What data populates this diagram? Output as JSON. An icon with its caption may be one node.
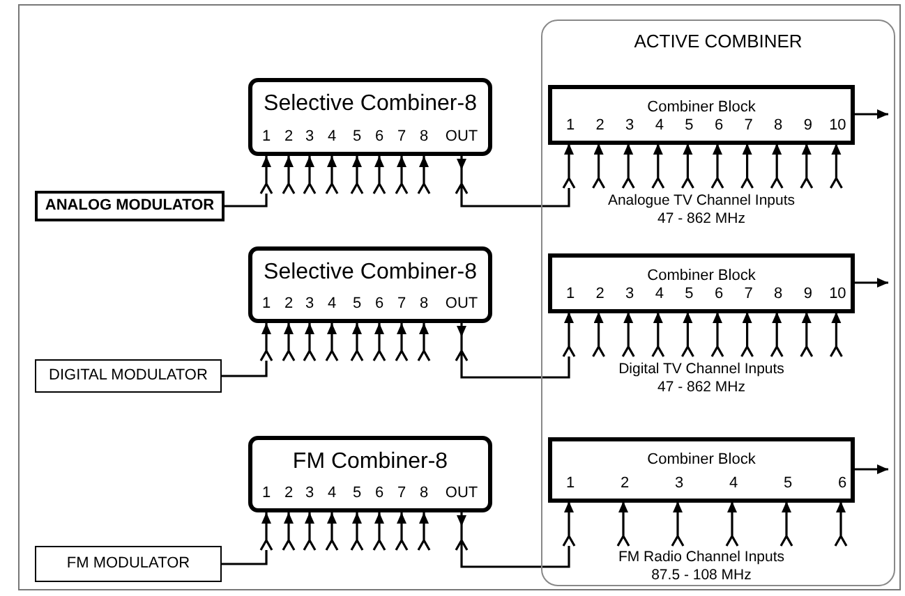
{
  "diagram": {
    "nodes": [
      {
        "text": [
          "ACTIVE COMBINER"
        ]
      },
      {
        "text": [
          "Selective Combiner-8",
          "1",
          "2",
          "3",
          "4",
          "5",
          "6",
          "7",
          "8",
          "OUT"
        ]
      },
      {
        "text": [
          "ANALOG MODULATOR"
        ]
      },
      {
        "text": [
          "Combiner Block",
          "1",
          "2",
          "3",
          "4",
          "5",
          "6",
          "7",
          "8",
          "9",
          "10"
        ],
        "in": 0,
        "beside": [
          "Analogue TV Channel Inputs 47 - 862 MHz"
        ]
      },
      {
        "text": [
          "Selective Combiner-8",
          "1",
          "2",
          "3",
          "4",
          "5",
          "6",
          "7",
          "8",
          "OUT"
        ]
      },
      {
        "text": [
          "DIGITAL MODULATOR"
        ]
      },
      {
        "text": [
          "Combiner Block",
          "1",
          "2",
          "3",
          "4",
          "5",
          "6",
          "7",
          "8",
          "9",
          "10"
        ],
        "in": 0,
        "beside": [
          "Digital TV Channel Inputs 47 - 862 MHz"
        ]
      },
      {
        "text": [
          "FM Combiner-8",
          "1",
          "2",
          "3",
          "4",
          "5",
          "6",
          "7",
          "8",
          "OUT"
        ]
      },
      {
        "text": [
          "FM MODULATOR"
        ]
      },
      {
        "text": [
          "Combiner Block",
          "1",
          "2",
          "3",
          "4",
          "5",
          "6"
        ],
        "in": 0,
        "beside": [
          "FM Radio Channel Inputs 87.5 - 108 MHz"
        ]
      }
    ],
    "edges": [
      {
        "from": 2,
        "to": 1,
        "arrow": "to"
      },
      {
        "from": null,
        "to": 1,
        "arrow": "to"
      },
      {
        "from": null,
        "to": 1,
        "arrow": "to"
      },
      {
        "from": null,
        "to": 1,
        "arrow": "to"
      },
      {
        "from": null,
        "to": 1,
        "arrow": "to"
      },
      {
        "from": null,
        "to": 1,
        "arrow": "to"
      },
      {
        "from": null,
        "to": 1,
        "arrow": "to"
      },
      {
        "from": null,
        "to": 1,
        "arrow": "to"
      },
      {
        "from": 1,
        "to": 3,
        "arrow": "to"
      },
      {
        "from": null,
        "to": 3,
        "arrow": "to"
      },
      {
        "from": null,
        "to": 3,
        "arrow": "to"
      },
      {
        "from": null,
        "to": 3,
        "arrow": "to"
      },
      {
        "from": null,
        "to": 3,
        "arrow": "to"
      },
      {
        "from": null,
        "to": 3,
        "arrow": "to"
      },
      {
        "from": null,
        "to": 3,
        "arrow": "to"
      },
      {
        "from": null,
        "to": 3,
        "arrow": "to"
      },
      {
        "from": null,
        "to": 3,
        "arrow": "to"
      },
      {
        "from": null,
        "to": 3,
        "arrow": "to"
      },
      {
        "from": 3,
        "to": null,
        "arrow": "to"
      },
      {
        "from": 5,
        "to": 4,
        "arrow": "to"
      },
      {
        "from": null,
        "to": 4,
        "arrow": "to"
      },
      {
        "from": null,
        "to": 4,
        "arrow": "to"
      },
      {
        "from": null,
        "to": 4,
        "arrow": "to"
      },
      {
        "from": null,
        "to": 4,
        "arrow": "to"
      },
      {
        "from": null,
        "to": 4,
        "arrow": "to"
      },
      {
        "from": null,
        "to": 4,
        "arrow": "to"
      },
      {
        "from": null,
        "to": 4,
        "arrow": "to"
      },
      {
        "from": 4,
        "to": 6,
        "arrow": "to"
      },
      {
        "from": null,
        "to": 6,
        "arrow": "to"
      },
      {
        "from": null,
        "to": 6,
        "arrow": "to"
      },
      {
        "from": null,
        "to": 6,
        "arrow": "to"
      },
      {
        "from": null,
        "to": 6,
        "arrow": "to"
      },
      {
        "from": null,
        "to": 6,
        "arrow": "to"
      },
      {
        "from": null,
        "to": 6,
        "arrow": "to"
      },
      {
        "from": null,
        "to": 6,
        "arrow": "to"
      },
      {
        "from": null,
        "to": 6,
        "arrow": "to"
      },
      {
        "from": null,
        "to": 6,
        "arrow": "to"
      },
      {
        "from": 6,
        "to": null,
        "arrow": "to"
      },
      {
        "from": 8,
        "to": 7,
        "arrow": "to"
      },
      {
        "from": null,
        "to": 7,
        "arrow": "to"
      },
      {
        "from": null,
        "to": 7,
        "arrow": "to"
      },
      {
        "from": null,
        "to": 7,
        "arrow": "to"
      },
      {
        "from": null,
        "to": 7,
        "arrow": "to"
      },
      {
        "from": null,
        "to": 7,
        "arrow": "to"
      },
      {
        "from": null,
        "to": 7,
        "arrow": "to"
      },
      {
        "from": null,
        "to": 7,
        "arrow": "to"
      },
      {
        "from": 7,
        "to": 9,
        "arrow": "to"
      },
      {
        "from": null,
        "to": 9,
        "arrow": "to"
      },
      {
        "from": null,
        "to": 9,
        "arrow": "to"
      },
      {
        "from": null,
        "to": 9,
        "arrow": "to"
      },
      {
        "from": null,
        "to": 9,
        "arrow": "to"
      },
      {
        "from": null,
        "to": 9,
        "arrow": "to"
      },
      {
        "from": 9,
        "to": null,
        "arrow": "to"
      }
    ]
  }
}
